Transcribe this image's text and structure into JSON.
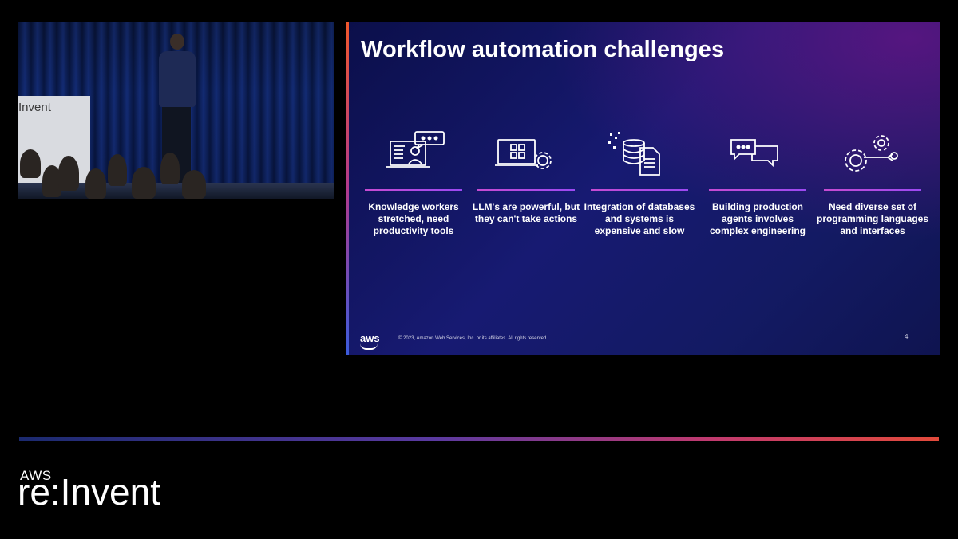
{
  "camera": {
    "banner_text": "Invent"
  },
  "slide": {
    "title": "Workflow automation challenges",
    "cards": [
      {
        "icon": "knowledge-worker-icon",
        "text": "Knowledge workers stretched, need productivity tools"
      },
      {
        "icon": "llm-app-icon",
        "text": "LLM's are powerful, but they can't take actions"
      },
      {
        "icon": "database-document-icon",
        "text": "Integration of databases and systems is expensive and slow"
      },
      {
        "icon": "chat-bubbles-icon",
        "text": "Building production agents involves complex engineering"
      },
      {
        "icon": "gears-wrench-icon",
        "text": "Need diverse set of programming languages and interfaces"
      }
    ],
    "footer": {
      "logo": "aws",
      "copyright": "© 2023, Amazon Web Services, Inc. or its affiliates. All rights reserved.",
      "page_number": "4"
    }
  },
  "brand": {
    "aws": "AWS",
    "event": "re:Invent"
  },
  "colors": {
    "accent_divider_start": "#1b2a6f",
    "accent_divider_end": "#e24a3b",
    "card_line": "#c74bd2",
    "slide_bg": "#171a72"
  }
}
